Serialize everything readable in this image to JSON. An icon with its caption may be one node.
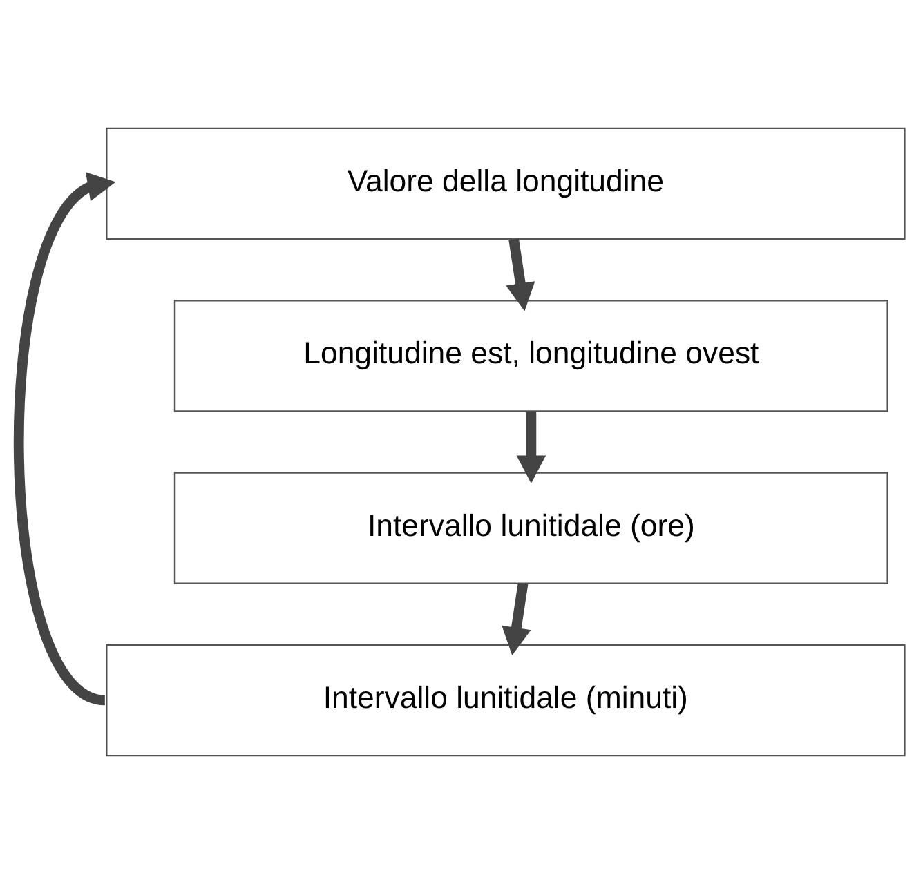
{
  "diagram": {
    "nodes": [
      {
        "text": [
          "Valore della longitudine"
        ]
      },
      {
        "text": [
          "Longitudine est, longitudine ovest"
        ]
      },
      {
        "text": [
          "Intervallo lunitidale (ore)"
        ]
      },
      {
        "text": [
          "Intervallo lunitidale (minuti)"
        ]
      }
    ],
    "edges": [
      {
        "from": 0,
        "to": 1,
        "arrow": "to"
      },
      {
        "from": 1,
        "to": 2,
        "arrow": "to"
      },
      {
        "from": 2,
        "to": 3,
        "arrow": "to"
      },
      {
        "from": 3,
        "to": 0,
        "arrow": "to"
      }
    ]
  }
}
